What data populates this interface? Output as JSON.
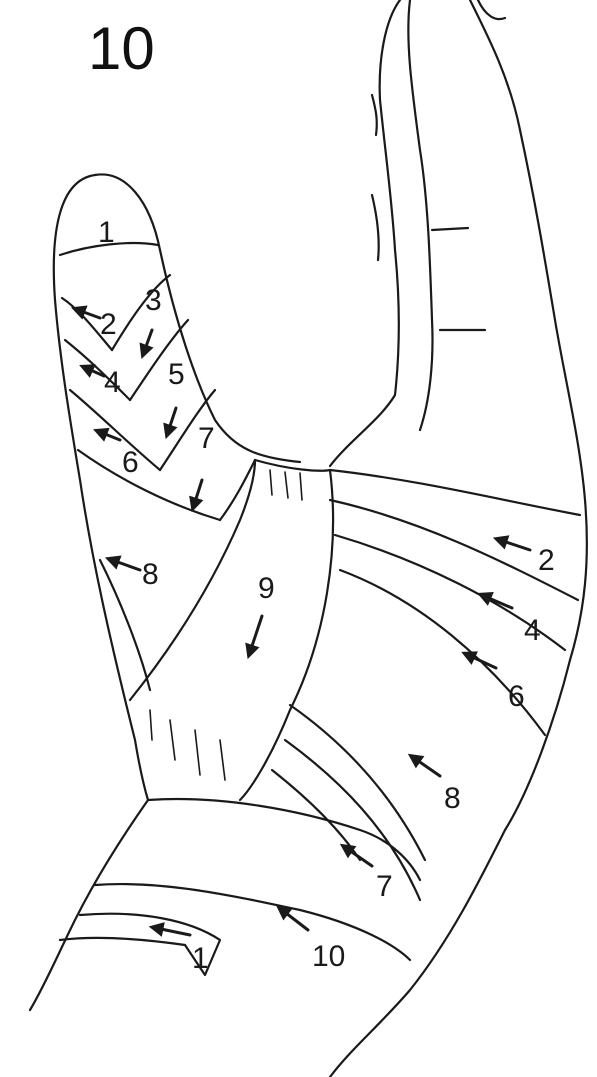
{
  "title": "10",
  "labels": {
    "thumb_tip": "1",
    "thumb_2": "2",
    "thumb_3": "3",
    "thumb_4": "4",
    "thumb_5": "5",
    "thumb_6": "6",
    "thumb_7": "7",
    "thumb_base_8": "8",
    "cross_9": "9",
    "palm_2": "2",
    "palm_4": "4",
    "palm_6": "6",
    "palm_8": "8",
    "wrist_7": "7",
    "wrist_10": "10",
    "wrist_1": "1"
  },
  "colors": {
    "ink": "#1a1a1a",
    "background": "#ffffff"
  }
}
